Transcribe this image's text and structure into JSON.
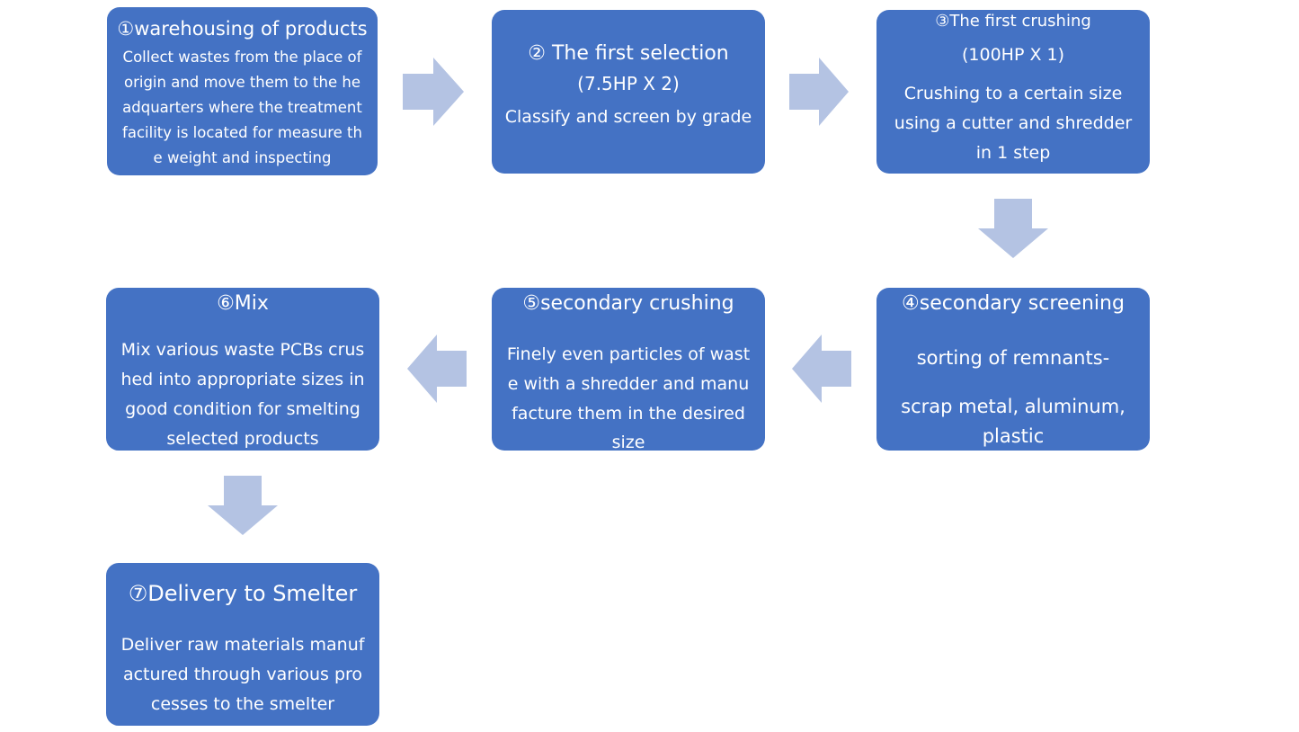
{
  "colors": {
    "box": "#4472c4",
    "arrow": "#b4c3e3",
    "text": "#ffffff"
  },
  "steps": [
    {
      "title": "①warehousing of products",
      "lines": [
        "Collect wastes from the place of",
        "origin and move them to the he",
        "adquarters where the treatment",
        "facility is located for measure th",
        "e weight and inspecting"
      ]
    },
    {
      "title": "② The first selection",
      "lines": [
        "(7.5HP  X  2)",
        "Classify and screen by grade"
      ]
    },
    {
      "title": "③The first crushing",
      "lines": [
        "(100HP  X  1)",
        "Crushing to a certain size",
        "using a cutter and shredder",
        "in 1 step"
      ]
    },
    {
      "title": "④secondary screening",
      "lines": [
        "sorting of remnants-",
        "scrap metal, aluminum,",
        "plastic"
      ]
    },
    {
      "title": "⑤secondary crushing",
      "lines": [
        "Finely even particles of wast",
        "e with a shredder and manu",
        "facture them in the desired",
        "size"
      ]
    },
    {
      "title": "⑥Mix",
      "lines": [
        "Mix various waste PCBs crus",
        "hed into appropriate sizes in",
        "good condition for smelting",
        "selected products"
      ]
    },
    {
      "title": "⑦Delivery to Smelter",
      "lines": [
        "Deliver raw materials manuf",
        "actured through various pro",
        "cesses to the smelter"
      ]
    }
  ]
}
